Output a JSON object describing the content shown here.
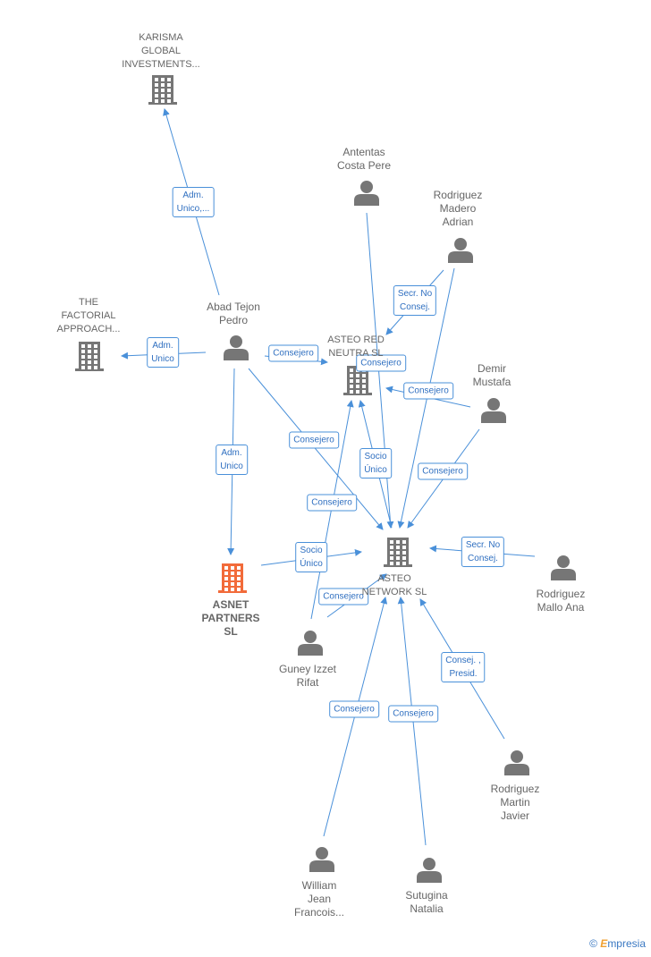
{
  "colors": {
    "edge": "#4a90d9",
    "node": "#767676",
    "highlight": "#f26b3a"
  },
  "nodes": [
    {
      "id": "karisma",
      "type": "company",
      "lines": [
        "KARISMA",
        "GLOBAL",
        "INVESTMENTS..."
      ]
    },
    {
      "id": "factorial",
      "type": "company",
      "lines": [
        "THE",
        "FACTORIAL",
        "APPROACH..."
      ]
    },
    {
      "id": "asteo_red",
      "type": "company",
      "lines": [
        "ASTEO RED",
        "NEUTRA  SL"
      ]
    },
    {
      "id": "asteo_network",
      "type": "company",
      "lines": [
        "ASTEO",
        "NETWORK  SL"
      ]
    },
    {
      "id": "asnet",
      "type": "company-highlight",
      "lines": [
        "ASNET",
        "PARTNERS",
        "SL"
      ]
    },
    {
      "id": "abad",
      "type": "person",
      "lines": [
        "Abad Tejon",
        "Pedro"
      ]
    },
    {
      "id": "antentas",
      "type": "person",
      "lines": [
        "Antentas",
        "Costa Pere"
      ]
    },
    {
      "id": "rodriguez_madero",
      "type": "person",
      "lines": [
        "Rodriguez",
        "Madero",
        "Adrian"
      ]
    },
    {
      "id": "demir",
      "type": "person",
      "lines": [
        "Demir",
        "Mustafa"
      ]
    },
    {
      "id": "rodriguez_mallo",
      "type": "person",
      "lines": [
        "Rodriguez",
        "Mallo Ana"
      ]
    },
    {
      "id": "guney",
      "type": "person",
      "lines": [
        "Guney Izzet",
        "Rifat"
      ]
    },
    {
      "id": "rodriguez_martin",
      "type": "person",
      "lines": [
        "Rodriguez",
        "Martin",
        "Javier"
      ]
    },
    {
      "id": "william",
      "type": "person",
      "lines": [
        "William",
        "Jean",
        "Francois..."
      ]
    },
    {
      "id": "sutugina",
      "type": "person",
      "lines": [
        "Sutugina",
        "Natalia"
      ]
    }
  ],
  "edges": [
    {
      "from": "abad",
      "to": "karisma",
      "label": [
        "Adm.",
        "Unico,..."
      ]
    },
    {
      "from": "abad",
      "to": "factorial",
      "label": [
        "Adm.",
        "Unico"
      ]
    },
    {
      "from": "abad",
      "to": "asteo_red",
      "label": [
        "Consejero"
      ]
    },
    {
      "from": "abad",
      "to": "asnet",
      "label": [
        "Adm.",
        "Unico"
      ]
    },
    {
      "from": "abad",
      "to": "asteo_network",
      "label": [
        "Consejero"
      ]
    },
    {
      "from": "rodriguez_madero",
      "to": "asteo_red",
      "label": [
        "Secr.  No",
        "Consej."
      ]
    },
    {
      "from": "antentas",
      "to": "asteo_network",
      "label": [
        "Consejero"
      ]
    },
    {
      "from": "demir",
      "to": "asteo_red",
      "label": [
        "Consejero"
      ]
    },
    {
      "from": "demir",
      "to": "asteo_network",
      "label": [
        "Consejero"
      ]
    },
    {
      "from": "asteo_network",
      "to": "asteo_red",
      "label": [
        "Socio",
        "Único"
      ]
    },
    {
      "from": "guney",
      "to": "asteo_red",
      "label": [
        "Consejero"
      ]
    },
    {
      "from": "asnet",
      "to": "asteo_network",
      "label": [
        "Socio",
        "Único"
      ]
    },
    {
      "from": "rodriguez_mallo",
      "to": "asteo_network",
      "label": [
        "Secr.  No",
        "Consej."
      ]
    },
    {
      "from": "guney",
      "to": "asteo_network",
      "label": [
        "Consejero"
      ]
    },
    {
      "from": "rodriguez_martin",
      "to": "asteo_network",
      "label": [
        "Consej. ,",
        "Presid."
      ]
    },
    {
      "from": "william",
      "to": "asteo_network",
      "label": [
        "Consejero"
      ]
    },
    {
      "from": "sutugina",
      "to": "asteo_network",
      "label": [
        "Consejero"
      ]
    },
    {
      "from": "rodriguez_madero",
      "to": "asteo_network",
      "label": []
    }
  ],
  "watermark": {
    "copyright": "©",
    "brand_initial": "E",
    "brand_rest": "mpresia"
  }
}
